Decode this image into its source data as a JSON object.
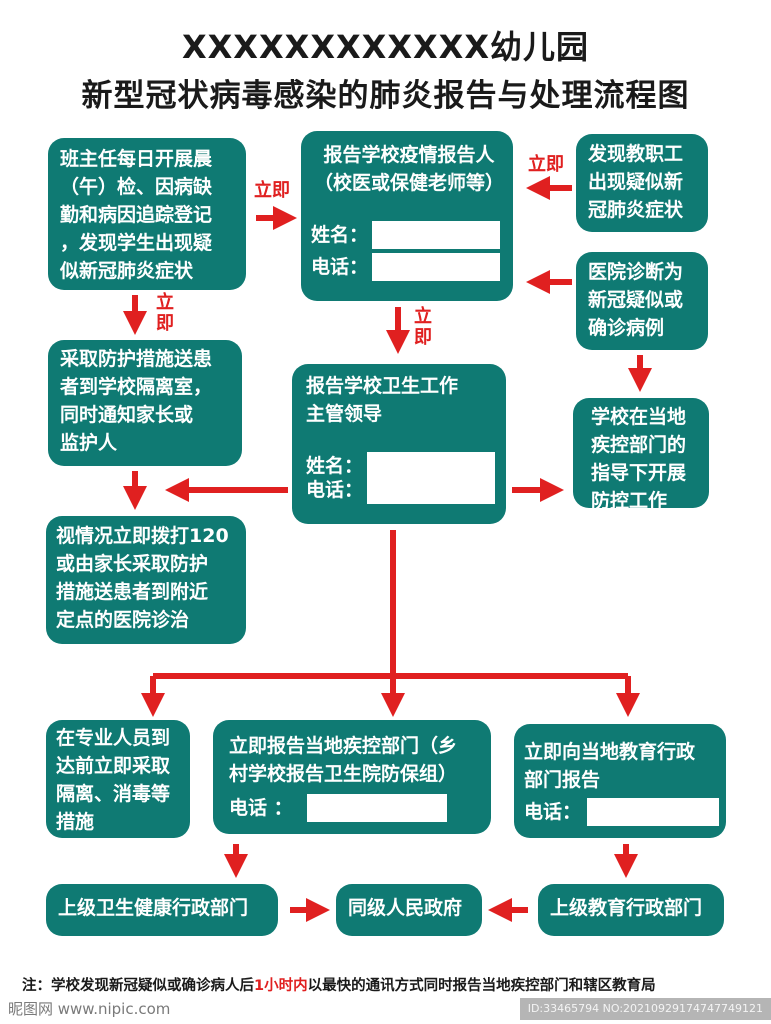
{
  "title": {
    "line1": "XXXXXXXXXXXX幼儿园",
    "line2": "新型冠状病毒感染的肺炎报告与处理流程图"
  },
  "nodes": {
    "teacher_check": "班主任每日开展晨\n（午）检、因病缺\n勤和病因追踪登记\n，发现学生出现疑\n似新冠肺炎症状",
    "report_person": {
      "title": "报告学校疫情报告人\n（校医或保健老师等）",
      "name_label": "姓名：",
      "phone_label": "电话："
    },
    "staff_symptom": "发现教职工\n出现疑似新\n冠肺炎症状",
    "hospital_diag": "医院诊断为\n新冠疑似或\n确诊病例",
    "isolation": "采取防护措施送患\n者到学校隔离室，\n同时通知家长或\n监护人",
    "health_leader": {
      "title": "报告学校卫生工作\n主管领导",
      "name_label": "姓名：",
      "phone_label": "电话："
    },
    "cdc_guidance": "学校在当地\n疾控部门的\n指导下开展\n防控工作",
    "call_120": "视情况立即拨打120\n或由家长采取防护\n措施送患者到附近\n定点的医院诊治",
    "professional": "在专业人员到\n达前立即采取\n隔离、消毒等\n措施",
    "report_cdc": {
      "title": "立即报告当地疾控部门（乡\n村学校报告卫生院防保组）",
      "phone_label": "电话 ："
    },
    "report_edu": {
      "title": "立即向当地教育行政\n部门报告",
      "phone_label": "电话："
    },
    "health_admin": "上级卫生健康行政部门",
    "gov": "同级人民政府",
    "edu_admin": "上级教育行政部门"
  },
  "arrow_labels": {
    "a1": "立即",
    "a2": "立即",
    "a3": "立\n即",
    "a4": "立\n即"
  },
  "note": {
    "prefix": "注：学校发现新冠疑似或确诊病人后",
    "highlight": "1小时内",
    "suffix": "以最快的通讯方式同时报告当地疾控部门和辖区教育局"
  },
  "watermark": {
    "left": "昵图网 www.nipic.com",
    "right": "ID:33465794 NO:20210929174747749121"
  },
  "colors": {
    "box": "#0f7a73",
    "arrow": "#e02020",
    "text_dark": "#1a1a1a"
  }
}
